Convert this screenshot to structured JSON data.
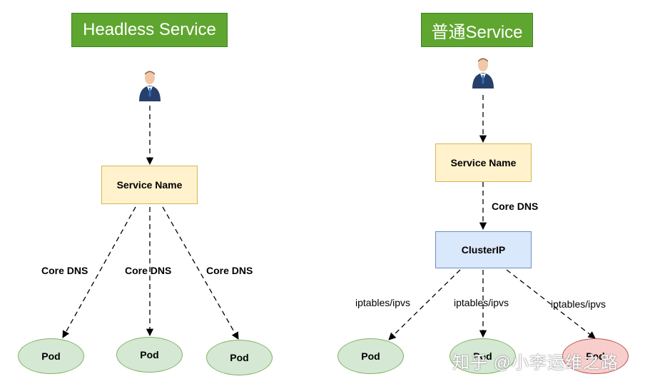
{
  "left": {
    "title": "Headless Service",
    "service_name": "Service Name",
    "dns_labels": [
      "Core DNS",
      "Core DNS",
      "Core DNS"
    ],
    "pods": [
      "Pod",
      "Pod",
      "Pod"
    ]
  },
  "right": {
    "title": "普通Service",
    "service_name": "Service Name",
    "dns_label": "Core DNS",
    "cluster_ip": "ClusterIP",
    "ipvs_labels": [
      "iptables/ipvs",
      "iptables/ipvs",
      "iptables/ipvs"
    ],
    "pods": [
      "Pod",
      "Pod",
      "Pod"
    ]
  },
  "watermark": "知乎 @小李运维之路",
  "colors": {
    "title_bg": "#5fa630",
    "service_bg": "#fff2cc",
    "clusterip_bg": "#dae8fc",
    "pod_bg": "#d5e8d4",
    "pod_unhealthy_bg": "#f8cecc"
  }
}
